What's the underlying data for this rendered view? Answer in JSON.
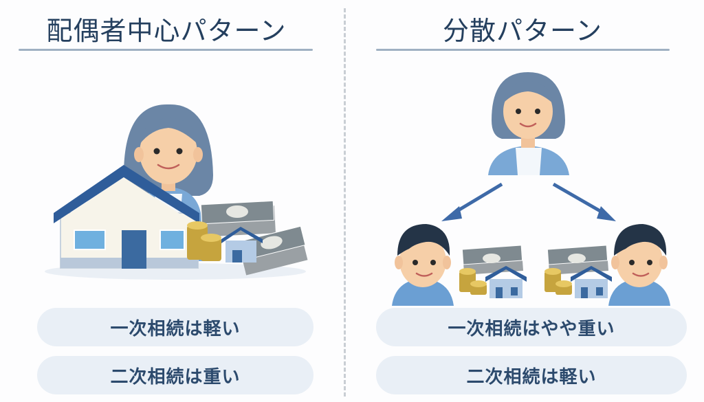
{
  "left_panel": {
    "title": "配偶者中心パターン",
    "illustration": "elderly-woman-with-house-money-coins",
    "labels": [
      "一次相続は軽い",
      "二次相続は重い"
    ]
  },
  "right_panel": {
    "title": "分散パターン",
    "illustration": "elderly-woman-arrows-to-two-children-each-with-house-money-coins",
    "labels": [
      "一次相続はやや重い",
      "二次相続は軽い"
    ]
  },
  "colors": {
    "title_text": "#243f5e",
    "rule": "#9fb0c2",
    "pill_bg": "#e9eff6",
    "pill_text": "#2c4a6d",
    "accent_blue": "#3e6aa8",
    "divider": "#c9ced4"
  }
}
